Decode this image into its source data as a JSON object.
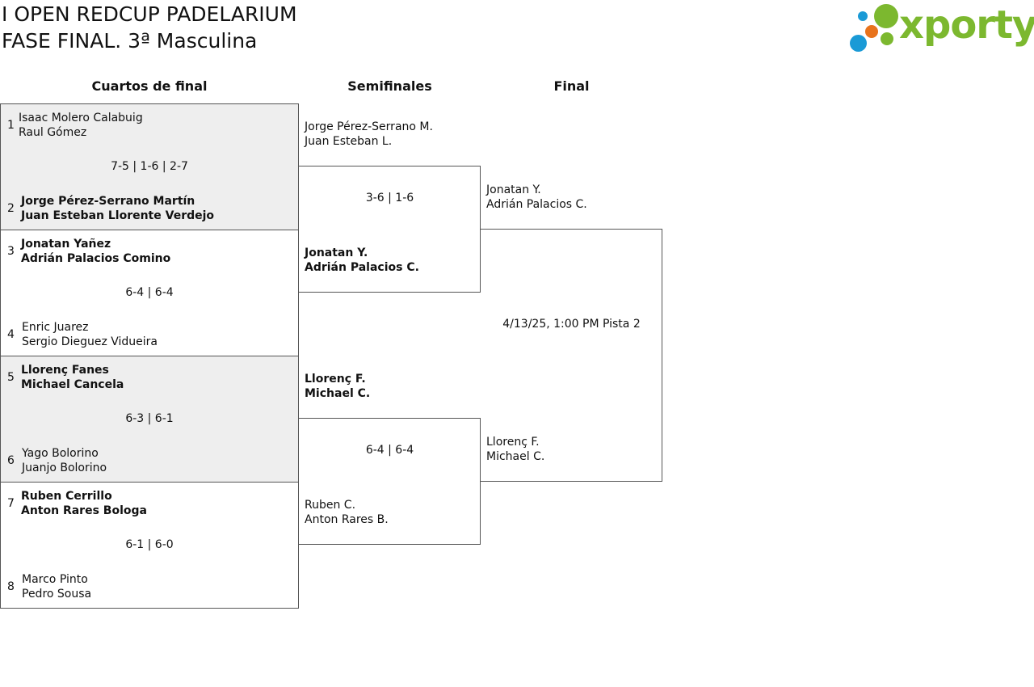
{
  "title": {
    "line1": "I OPEN REDCUP PADELARIUM",
    "line2": "FASE FINAL. 3ª Masculina"
  },
  "logo": {
    "text": "xporty",
    "colors": {
      "green": "#7cb82f",
      "blue": "#1a9ad6",
      "orange": "#e8731c"
    }
  },
  "rounds": {
    "quarterfinals": "Cuartos de final",
    "semifinals": "Semifinales",
    "final": "Final"
  },
  "quarterfinals": [
    {
      "top": {
        "seed": "1",
        "player1": "Isaac Molero Calabuig",
        "player2": "Raul Gómez",
        "winner": false
      },
      "bottom": {
        "seed": "2",
        "player1": "Jorge Pérez-Serrano Martín",
        "player2": "Juan Esteban Llorente Verdejo",
        "winner": true
      },
      "score": "7-5 | 1-6 | 2-7",
      "shaded": true
    },
    {
      "top": {
        "seed": "3",
        "player1": "Jonatan Yañez",
        "player2": "Adrián Palacios Comino",
        "winner": true
      },
      "bottom": {
        "seed": "4",
        "player1": "Enric Juarez",
        "player2": "Sergio Dieguez Vidueira",
        "winner": false
      },
      "score": "6-4 | 6-4",
      "shaded": false
    },
    {
      "top": {
        "seed": "5",
        "player1": "Llorenç Fanes",
        "player2": "Michael Cancela",
        "winner": true
      },
      "bottom": {
        "seed": "6",
        "player1": "Yago Bolorino",
        "player2": "Juanjo Bolorino",
        "winner": false
      },
      "score": "6-3 | 6-1",
      "shaded": true
    },
    {
      "top": {
        "seed": "7",
        "player1": "Ruben Cerrillo",
        "player2": "Anton Rares Bologa",
        "winner": true
      },
      "bottom": {
        "seed": "8",
        "player1": "Marco Pinto",
        "player2": "Pedro Sousa",
        "winner": false
      },
      "score": "6-1 | 6-0",
      "shaded": false
    }
  ],
  "semifinals": [
    {
      "top": {
        "player1": "Jorge Pérez-Serrano M.",
        "player2": "Juan Esteban L.",
        "winner": false
      },
      "bottom": {
        "player1": "Jonatan Y.",
        "player2": "Adrián Palacios C.",
        "winner": true
      },
      "score": "3-6 | 1-6"
    },
    {
      "top": {
        "player1": "Llorenç F.",
        "player2": "Michael C.",
        "winner": true
      },
      "bottom": {
        "player1": "Ruben C.",
        "player2": "Anton Rares B.",
        "winner": false
      },
      "score": "6-4 | 6-4"
    }
  ],
  "final": {
    "top": {
      "player1": "Jonatan Y.",
      "player2": "Adrián Palacios C."
    },
    "bottom": {
      "player1": "Llorenç F.",
      "player2": "Michael C."
    },
    "schedule": "4/13/25, 1:00 PM Pista 2"
  }
}
